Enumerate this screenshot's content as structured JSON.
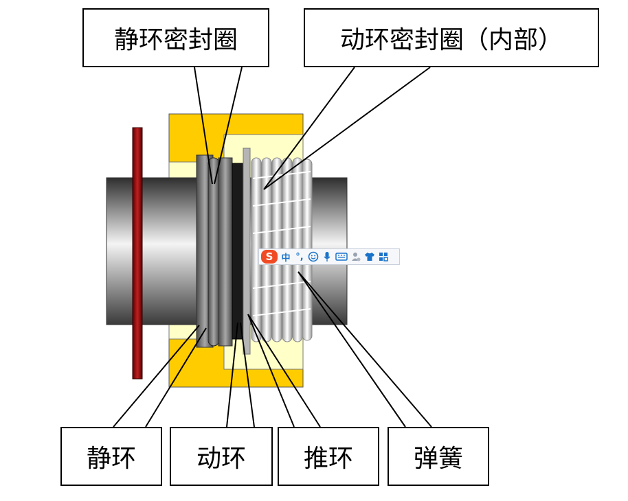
{
  "labels": {
    "static_ring_seal": "静环密封圈",
    "moving_ring_seal_inner": "动环密封圈（内部）",
    "static_ring": "静环",
    "moving_ring": "动环",
    "push_ring": "推环",
    "spring": "弹簧"
  },
  "ime_toolbar": {
    "logo": "S",
    "mode": "中",
    "punct": "°,",
    "emoji_icon": "smiley-icon",
    "voice_icon": "microphone-icon",
    "keyboard_icon": "keyboard-icon",
    "user_icon": "user-icon",
    "skin_icon": "shirt-icon",
    "menu_icon": "grid-icon"
  },
  "colors": {
    "housing": "#ffcc00",
    "housing_inner": "#ffffc8",
    "flange": "#7a0000",
    "spring": "#dcdcdc",
    "moving_ring": "#1a1a1a"
  }
}
